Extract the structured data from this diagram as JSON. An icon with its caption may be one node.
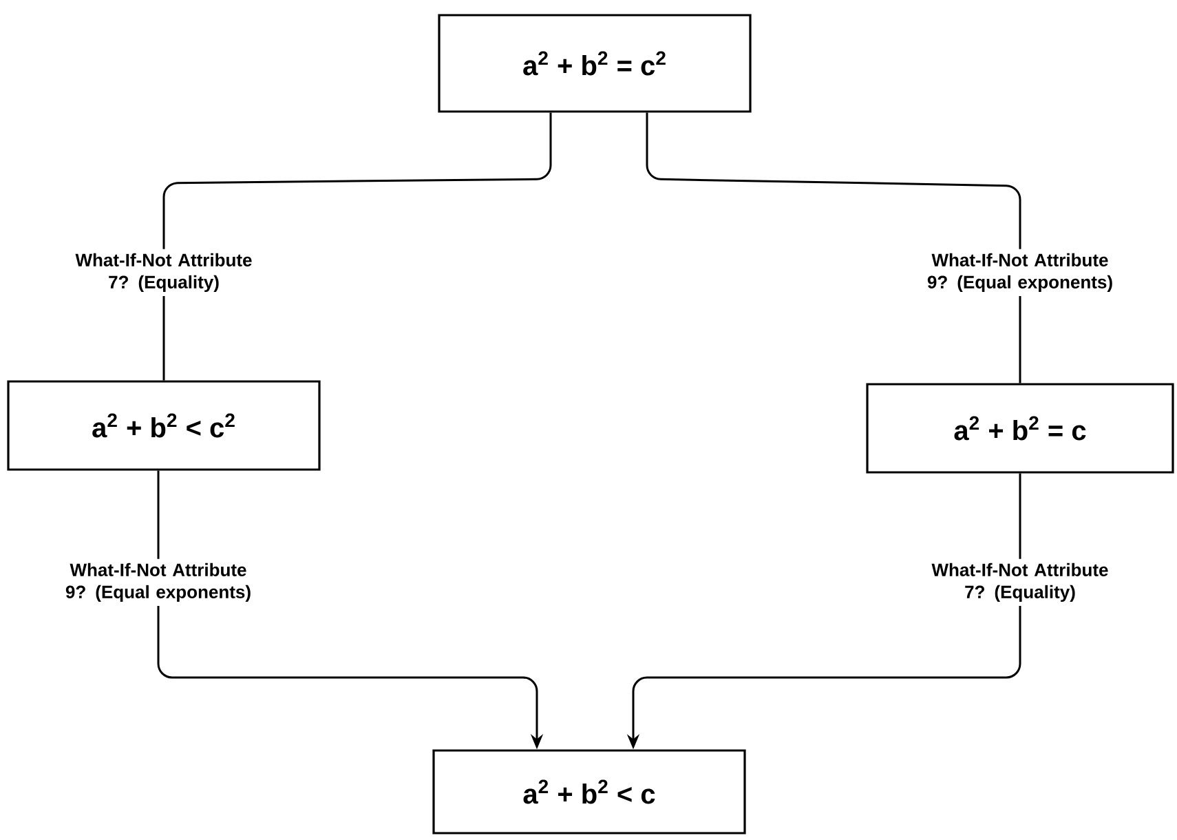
{
  "diagram": {
    "nodes": [
      {
        "text": [
          "a$^{2}$ + b$^{2}$ = c$^{2}$"
        ]
      },
      {
        "text": [
          "a$^{2}$ + b$^{2}$ < c$^{2}$"
        ]
      },
      {
        "text": [
          "a$^{2}$ + b$^{2}$ = c"
        ]
      },
      {
        "text": [
          "a$^{2}$ + b$^{2}$ < c"
        ]
      }
    ],
    "edges": [
      {
        "from": 0,
        "to": 1,
        "arrow": "none",
        "label": "What-If-Not Attribute 7? (Equality)"
      },
      {
        "from": 0,
        "to": 2,
        "arrow": "none",
        "label": "What-If-Not Attribute 9? (Equal exponents)"
      },
      {
        "from": 1,
        "to": 3,
        "arrow": "to",
        "label": "What-If-Not Attribute 9? (Equal exponents)"
      },
      {
        "from": 2,
        "to": 3,
        "arrow": "to",
        "label": "What-If-Not Attribute 7? (Equality)"
      }
    ]
  }
}
